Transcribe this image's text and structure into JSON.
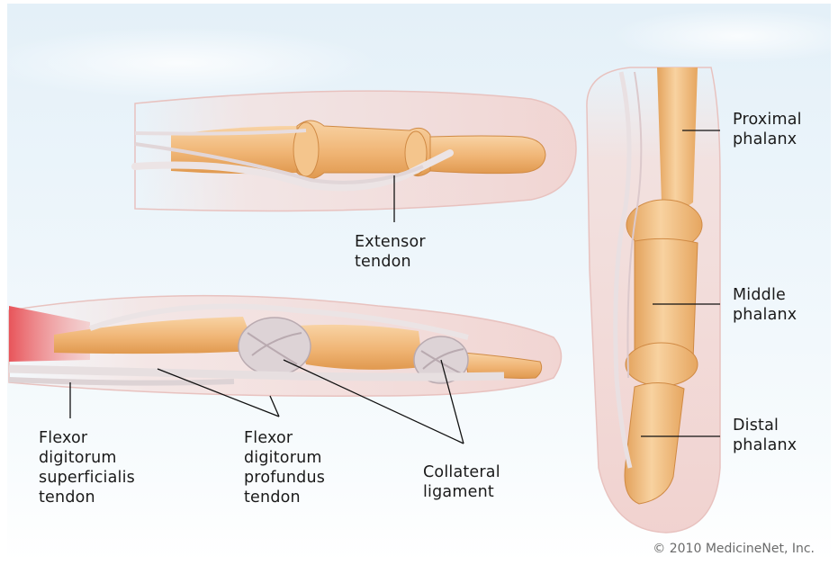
{
  "labels": {
    "extensor": "Extensor\ntendon",
    "superficialis": "Flexor\ndigitorum\nsuperficialis\ntendon",
    "profundus": "Flexor\ndigitorum\nprofundus\ntendon",
    "collateral": "Collateral\nligament",
    "proximal": "Proximal\nphalanx",
    "middle": "Middle\nphalanx",
    "distal": "Distal\nphalanx"
  },
  "copyright": "© 2010 MedicineNet, Inc.",
  "colors": {
    "bone": "#f2bd7e",
    "bone_dark": "#d9944a",
    "tendon": "#e7dfe0",
    "skin": "#f3d7d4",
    "muscle": "#ea6f6f",
    "background": "#e4f0f8"
  }
}
